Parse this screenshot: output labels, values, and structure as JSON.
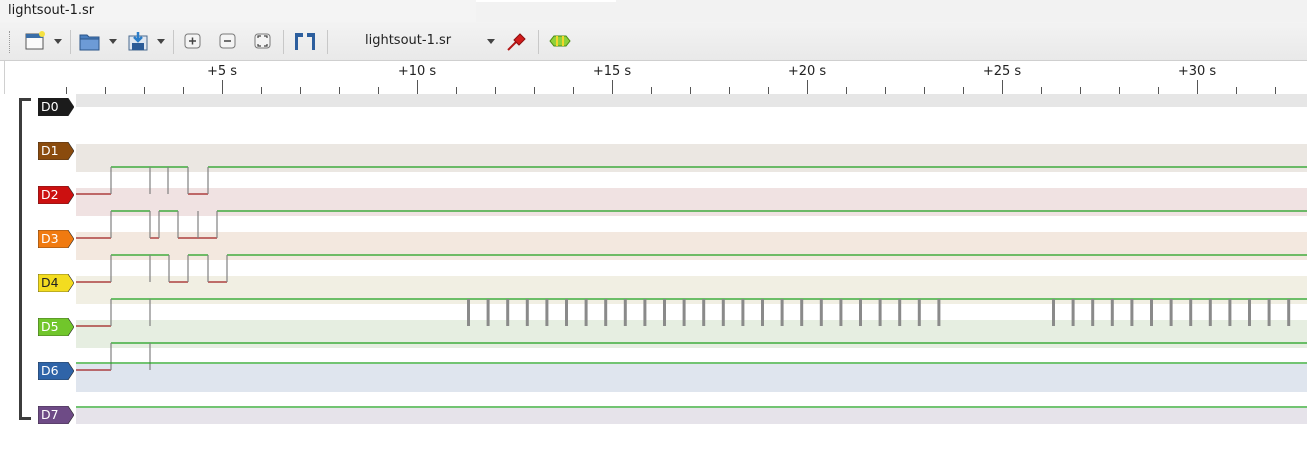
{
  "window": {
    "title": "lightsout-1.sr"
  },
  "toolbar": {
    "session_name": "lightsout-1.sr",
    "icons": [
      "new-session-icon",
      "open-file-icon",
      "save-file-icon",
      "zoom-in-icon",
      "zoom-out-icon",
      "zoom-fit-icon",
      "cursor-markers-icon",
      "probe-icon",
      "decoder-icon"
    ]
  },
  "ruler": {
    "ticks": [
      "+5 s",
      "+10 s",
      "+15 s",
      "+20 s",
      "+25 s",
      "+30 s"
    ]
  },
  "channels": [
    {
      "name": "D0",
      "color": "#1b1b1b",
      "bg": "#e6e6e6",
      "text_color": "#ffffff"
    },
    {
      "name": "D1",
      "color": "#8a4b0d",
      "bg": "#ebe7e2",
      "text_color": "#ffffff"
    },
    {
      "name": "D2",
      "color": "#cc1010",
      "bg": "#f0e2e2",
      "text_color": "#ffffff"
    },
    {
      "name": "D3",
      "color": "#f07a10",
      "bg": "#f3e8df",
      "text_color": "#ffffff"
    },
    {
      "name": "D4",
      "color": "#f3dc20",
      "bg": "#f1efe3",
      "text_color": "#222222"
    },
    {
      "name": "D5",
      "color": "#71c62b",
      "bg": "#e6eee1",
      "text_color": "#ffffff"
    },
    {
      "name": "D6",
      "color": "#2f64a8",
      "bg": "#dfe5ee",
      "text_color": "#ffffff"
    },
    {
      "name": "D7",
      "color": "#6e4b86",
      "bg": "#e6e3ea",
      "text_color": "#ffffff"
    }
  ],
  "colors": {
    "high": "#1ea01e",
    "low": "#a01e1e",
    "edge": "#808080"
  }
}
